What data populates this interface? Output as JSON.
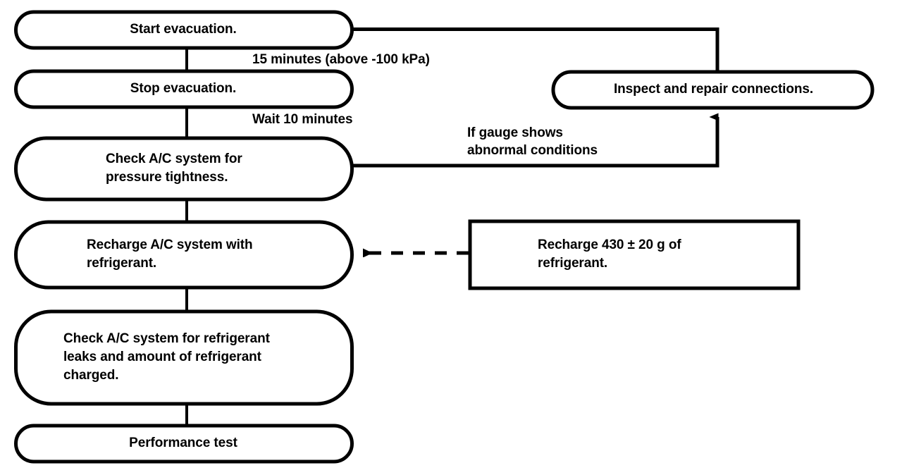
{
  "diagram": {
    "title": "A/C system evacuation and recharging procedure flowchart",
    "stroke_color": "#000000",
    "background_color": "#ffffff",
    "nodes": [
      {
        "id": "start-evacuation",
        "shape": "stadium",
        "text": "Start evacuation."
      },
      {
        "id": "stop-evacuation",
        "shape": "stadium",
        "text": "Stop evacuation."
      },
      {
        "id": "check-pressure",
        "shape": "stadium",
        "text": "Check A/C system for\npressure tightness."
      },
      {
        "id": "recharge-system",
        "shape": "stadium",
        "text": "Recharge A/C system with\nrefrigerant."
      },
      {
        "id": "check-leaks",
        "shape": "stadium",
        "text": "Check A/C system for refrigerant\nleaks and amount of refrigerant\ncharged."
      },
      {
        "id": "performance-test",
        "shape": "stadium",
        "text": "Performance test"
      },
      {
        "id": "inspect-repair",
        "shape": "stadium",
        "text": "Inspect and repair connections."
      },
      {
        "id": "recharge-amount-note",
        "shape": "rectangle",
        "text": "Recharge 430 ± 20 g of\nrefrigerant."
      }
    ],
    "edge_labels": [
      {
        "id": "label-15-minutes",
        "text": "15 minutes (above -100 kPa)"
      },
      {
        "id": "label-wait-10",
        "text": "Wait 10 minutes"
      },
      {
        "id": "label-gauge",
        "text": "If gauge shows\nabnormal conditions"
      }
    ]
  }
}
